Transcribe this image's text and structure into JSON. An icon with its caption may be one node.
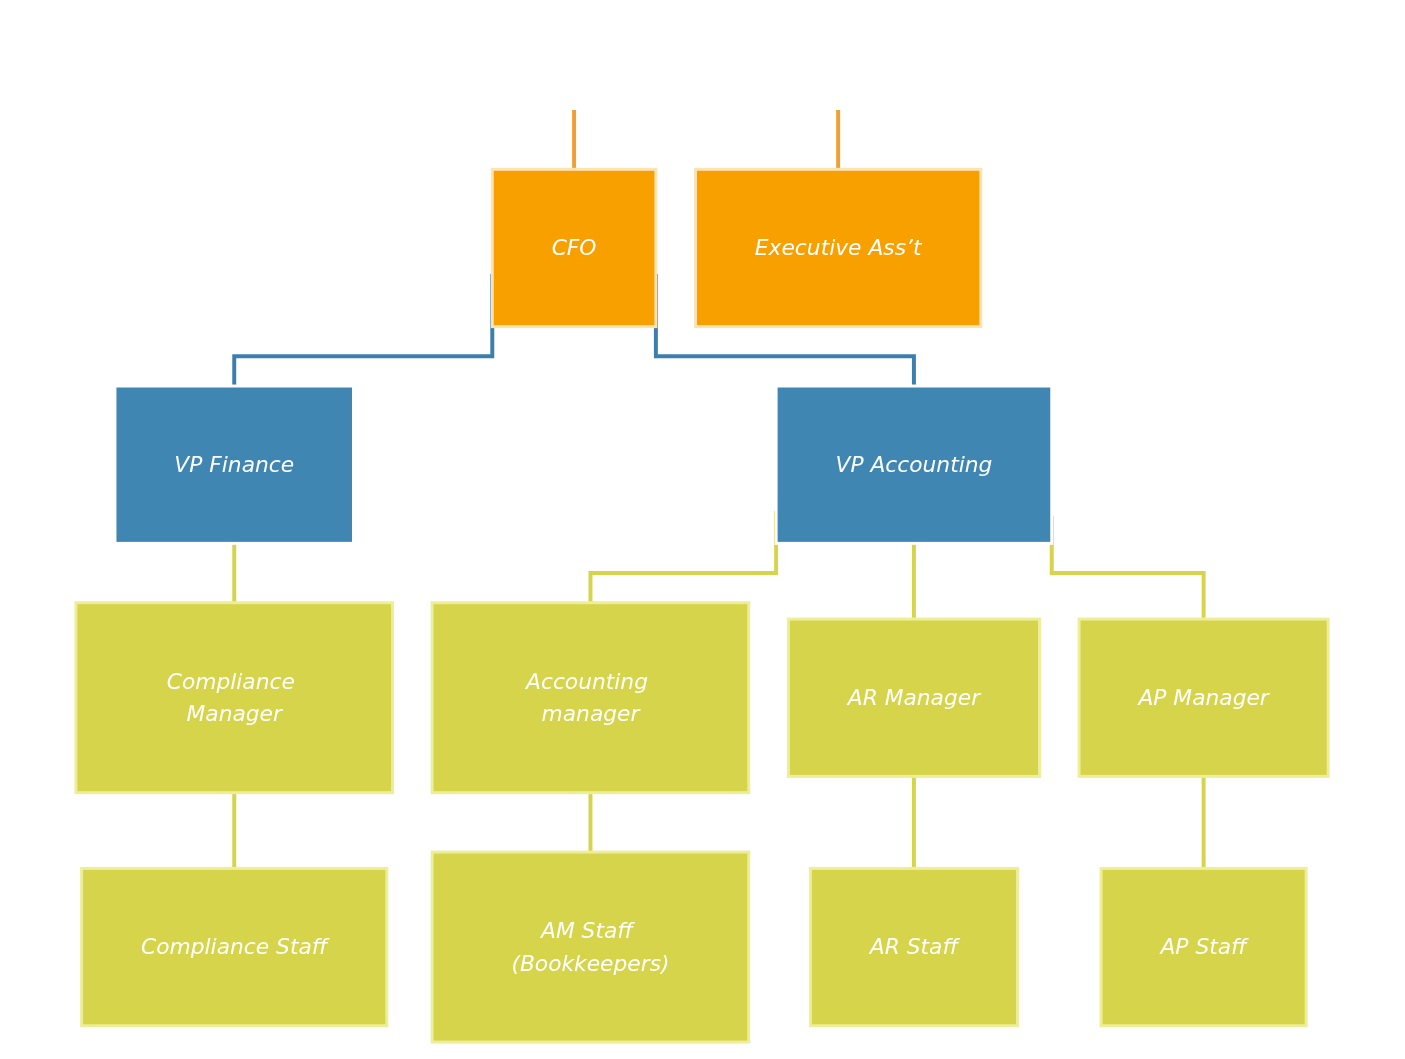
{
  "diagram": {
    "nodes": [
      {
        "text": [
          "CFO"
        ]
      },
      {
        "text": [
          "Executive Ass’t"
        ]
      },
      {
        "text": [
          "VP Finance"
        ]
      },
      {
        "text": [
          "VP Accounting"
        ]
      },
      {
        "text": [
          "Compliance Manager"
        ]
      },
      {
        "text": [
          "Accounting manager"
        ]
      },
      {
        "text": [
          "AR Manager"
        ]
      },
      {
        "text": [
          "AP Manager"
        ]
      },
      {
        "text": [
          "Compliance Staff"
        ]
      },
      {
        "text": [
          "AM Staff (Bookkeepers)"
        ]
      },
      {
        "text": [
          "AR Staff"
        ]
      },
      {
        "text": [
          "AP Staff"
        ]
      }
    ],
    "edges": [
      {
        "from": null,
        "to": 0,
        "arrow": "none",
        "color": "#f0a030"
      },
      {
        "from": null,
        "to": 1,
        "arrow": "none",
        "color": "#f0a030"
      },
      {
        "from": 0,
        "to": 2,
        "arrow": "none",
        "color": "#3b7fae"
      },
      {
        "from": 0,
        "to": 3,
        "arrow": "none",
        "color": "#3b7fae"
      },
      {
        "from": 2,
        "to": 4,
        "arrow": "none"
      },
      {
        "from": 3,
        "to": 5,
        "arrow": "none"
      },
      {
        "from": 3,
        "to": 6,
        "arrow": "none"
      },
      {
        "from": 3,
        "to": 7,
        "arrow": "none"
      },
      {
        "from": 4,
        "to": 8,
        "arrow": "none"
      },
      {
        "from": 5,
        "to": 9,
        "arrow": "none"
      },
      {
        "from": 6,
        "to": 10,
        "arrow": "none"
      },
      {
        "from": 7,
        "to": 11,
        "arrow": "none"
      }
    ]
  }
}
